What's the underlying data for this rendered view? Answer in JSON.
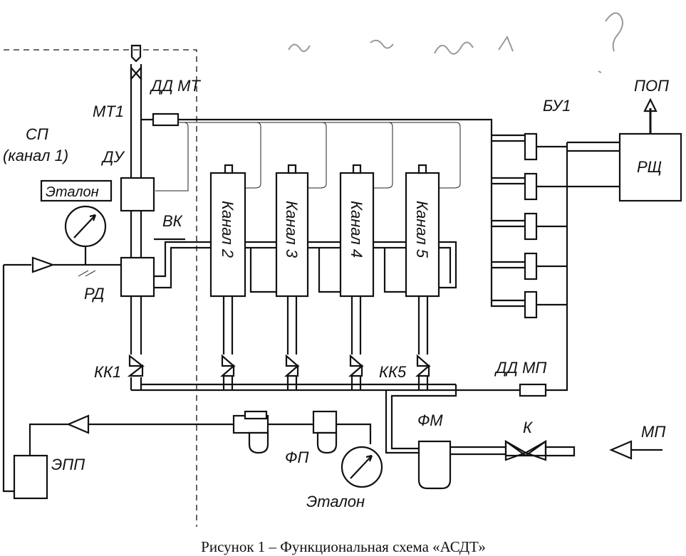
{
  "labels": {
    "sp": "СП",
    "sp_channel": "(канал 1)",
    "mt1": "МТ1",
    "dd_mt": "ДД МТ",
    "du": "ДУ",
    "etalon_top": "Эталон",
    "vk": "ВК",
    "rd": "РД",
    "kk1": "КК1",
    "kk5": "КК5",
    "bu1": "БУ1",
    "pop": "ПОП",
    "rsh": "РЩ",
    "dd_mp": "ДД МП",
    "fm": "ФМ",
    "k": "К",
    "mp": "МП",
    "fp": "ФП",
    "epp": "ЭПП",
    "etalon_bottom": "Эталон",
    "channels": [
      "Канал 2",
      "Канал 3",
      "Канал 4",
      "Канал 5"
    ]
  },
  "caption": "Рисунок 1 – Функциональная схема «АСДТ»"
}
